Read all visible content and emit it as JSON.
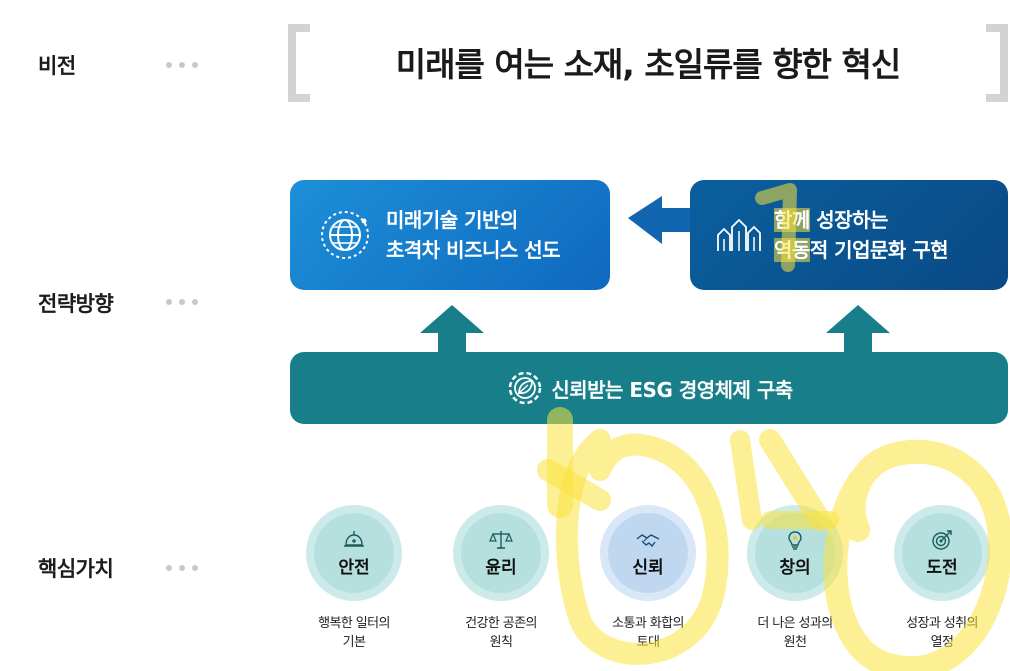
{
  "rows": {
    "vision_label": "비전",
    "strategy_label": "전략방향",
    "values_label": "핵심가치"
  },
  "vision": {
    "text": "미래를 여는 소재, 초일류를 향한 혁신"
  },
  "strategy": {
    "left": {
      "line1": "미래기술 기반의",
      "line2": "초격차 비즈니스 선도",
      "icon": "globe-icon"
    },
    "right": {
      "line1_a": "함께",
      "line1_b": " 성장",
      "line1_c": "하는",
      "line2_a": "역동",
      "line2_b": "적 기업문화 구현",
      "icon": "growth-buildings-icon"
    },
    "foundation": {
      "text": "신뢰받는 ESG 경영체제 구축",
      "icon": "eco-gear-icon"
    }
  },
  "values": [
    {
      "title": "안전",
      "desc1": "행복한 일터의",
      "desc2": "기본",
      "icon": "safety-helmet-icon"
    },
    {
      "title": "윤리",
      "desc1": "건강한 공존의",
      "desc2": "원칙",
      "icon": "scales-icon"
    },
    {
      "title": "신뢰",
      "desc1": "소통과 화합의",
      "desc2": "토대",
      "icon": "handshake-icon"
    },
    {
      "title": "창의",
      "desc1": "더 나은 성과의",
      "desc2": "원천",
      "icon": "lightbulb-icon"
    },
    {
      "title": "도전",
      "desc1": "성장과 성취의",
      "desc2": "열정",
      "icon": "target-icon"
    }
  ],
  "colors": {
    "strategy_left": "#1d8fd8",
    "strategy_right": "#094a85",
    "foundation": "#177e8a",
    "value_circle": "#b6e0de",
    "trust_circle": "#bfd8f0",
    "highlight_marker": "#fae13c"
  }
}
